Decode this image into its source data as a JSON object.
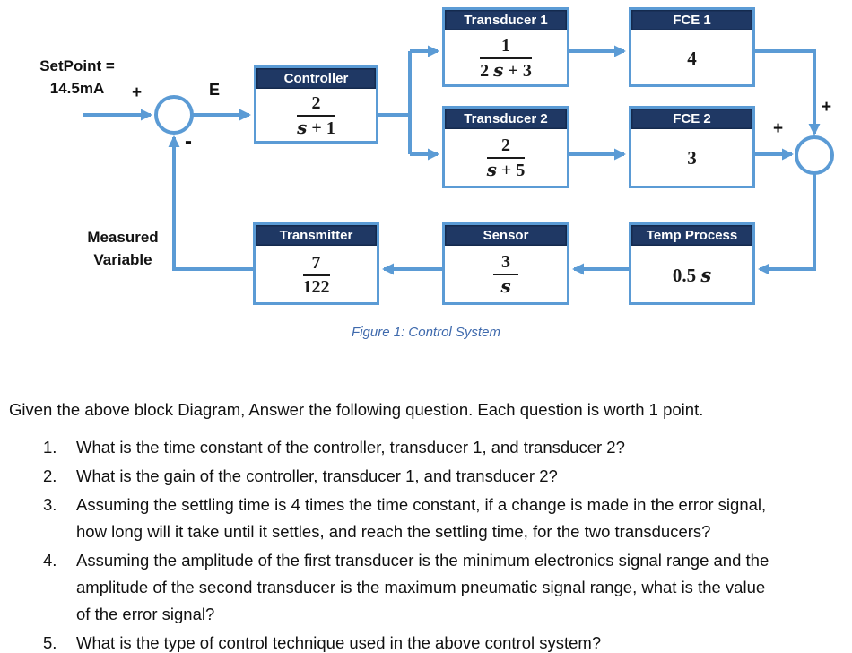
{
  "figure": {
    "caption": "Figure 1: Control System",
    "setpoint": {
      "line1": "SetPoint =",
      "line2": "14.5mA"
    },
    "error_label": "E",
    "measured": {
      "line1": "Measured",
      "line2": "Variable"
    },
    "sum_left": {
      "plus": "+",
      "minus": "-"
    },
    "sum_right": {
      "plus_left": "+",
      "plus_top": "+"
    },
    "blocks": {
      "controller": {
        "title": "Controller",
        "numerator": "2",
        "denominator": "s + 1"
      },
      "transducer1": {
        "title": "Transducer 1",
        "numerator": "1",
        "denominator": "2 s + 3"
      },
      "fce1": {
        "title": "FCE 1",
        "value": "4"
      },
      "transducer2": {
        "title": "Transducer 2",
        "numerator": "2",
        "denominator": "s + 5"
      },
      "fce2": {
        "title": "FCE 2",
        "value": "3"
      },
      "temp_process": {
        "title": "Temp Process",
        "value": "0.5 s"
      },
      "sensor": {
        "title": "Sensor",
        "numerator": "3",
        "denominator": "s"
      },
      "transmitter": {
        "title": "Transmitter",
        "numerator": "7",
        "denominator": "122"
      }
    },
    "colors": {
      "wire_blue": "#5B9BD5",
      "header_navy": "#1F3864",
      "header_border": "#142A4E",
      "caption_blue": "#3F6AAD"
    }
  },
  "questions": {
    "intro": "Given the above block Diagram, Answer the following question. Each question is worth 1 point.",
    "items": [
      {
        "num": "1.",
        "lines": [
          "What is the time constant of the controller, transducer 1, and transducer 2?"
        ]
      },
      {
        "num": "2.",
        "lines": [
          "What is the gain of the controller, transducer 1, and transducer 2?"
        ]
      },
      {
        "num": "3.",
        "lines": [
          "Assuming the settling time is 4 times the time constant, if a change is made in the error signal,",
          "how long will it take until it settles, and reach the settling time, for the two transducers?"
        ]
      },
      {
        "num": "4.",
        "lines": [
          "Assuming the amplitude of the first transducer is the minimum electronics signal range and the",
          "amplitude of the second transducer is the maximum pneumatic signal range, what is the value",
          "of the error signal?"
        ]
      },
      {
        "num": "5.",
        "lines": [
          "What is the type of control technique used in the above control system?"
        ]
      }
    ]
  }
}
